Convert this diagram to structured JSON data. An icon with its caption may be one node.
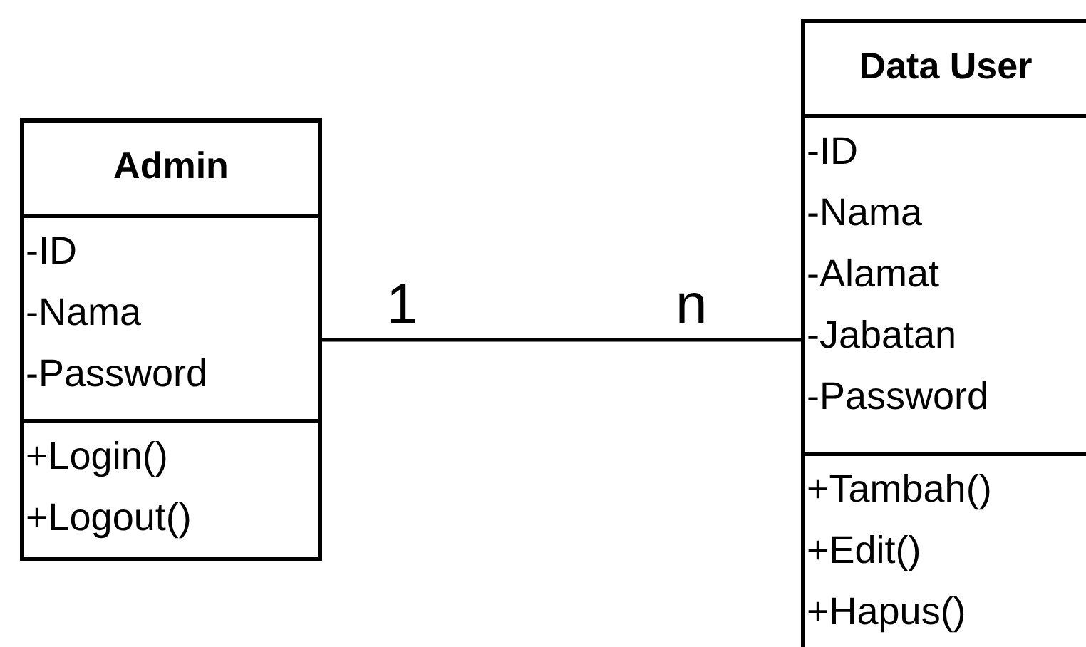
{
  "diagram": {
    "nodes": [
      {
        "text": [
          "Admin"
        ]
      },
      {
        "text": [
          "-ID",
          "-Nama",
          "-Password"
        ],
        "in": 0
      },
      {
        "text": [
          "+Login()",
          "+Logout()"
        ],
        "in": 0
      },
      {
        "text": [
          "Data User"
        ]
      },
      {
        "text": [
          "-ID",
          "-Nama",
          "-Alamat",
          "-Jabatan",
          "-Password"
        ],
        "in": 3
      },
      {
        "text": [
          "+Tambah()",
          "+Edit()",
          "+Hapus()"
        ],
        "in": 3
      }
    ],
    "edges": [
      {
        "from": 0,
        "to": 3,
        "arrow": "none"
      }
    ],
    "labels": [
      "1",
      "n"
    ]
  }
}
